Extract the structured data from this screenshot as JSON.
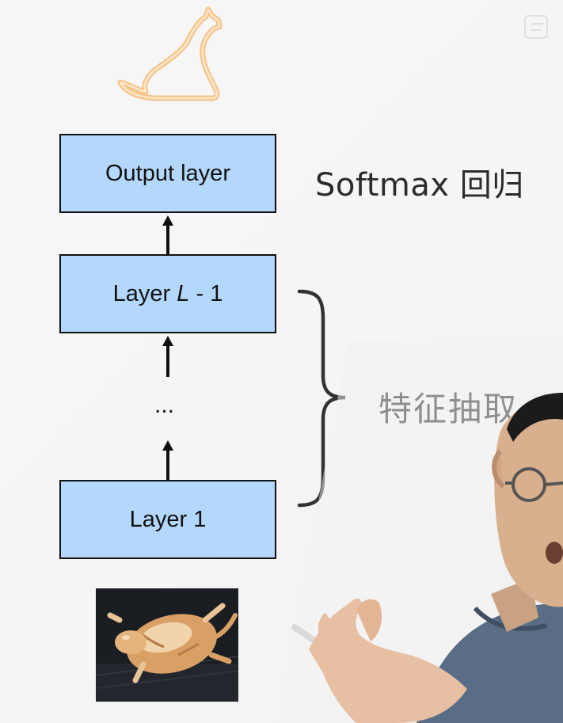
{
  "diagram": {
    "layers": {
      "output": "Output layer",
      "layer_l_minus_1": {
        "prefix": "Layer ",
        "variable": "L",
        "suffix": " - 1"
      },
      "layer_1": "Layer 1"
    },
    "ellipsis": "...",
    "softmax_label": "Softmax 回归",
    "feature_extraction_label": "特征抽取"
  }
}
